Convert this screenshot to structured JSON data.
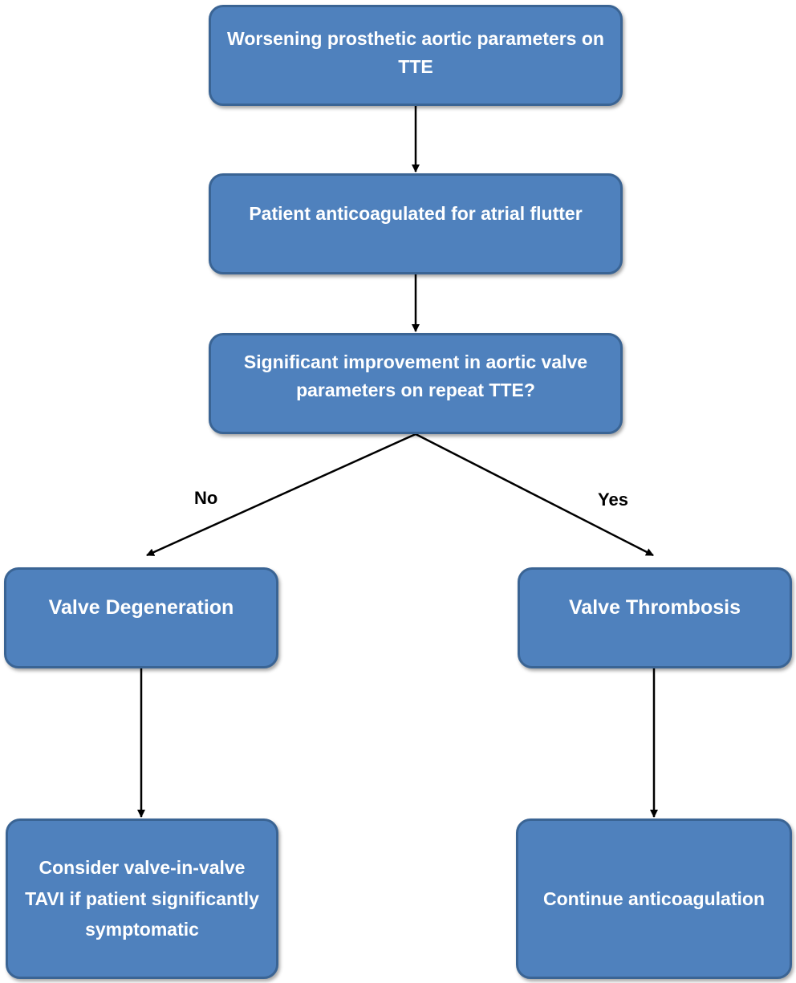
{
  "nodes": {
    "worsening": "Worsening prosthetic aortic parameters on TTE",
    "anticoagulated": "Patient anticoagulated for atrial flutter",
    "improvement_question": "Significant improvement in aortic valve parameters on repeat TTE?",
    "degeneration": "Valve Degeneration",
    "thrombosis": "Valve Thrombosis",
    "consider_tavi": "Consider valve-in-valve TAVI if patient significantly symptomatic",
    "continue_anticoag": "Continue anticoagulation"
  },
  "edge_labels": {
    "no": "No",
    "yes": "Yes"
  },
  "colors": {
    "box_fill": "#4f81bd",
    "box_border": "#3a6494",
    "box_text": "#ffffff",
    "arrow": "#000000"
  }
}
